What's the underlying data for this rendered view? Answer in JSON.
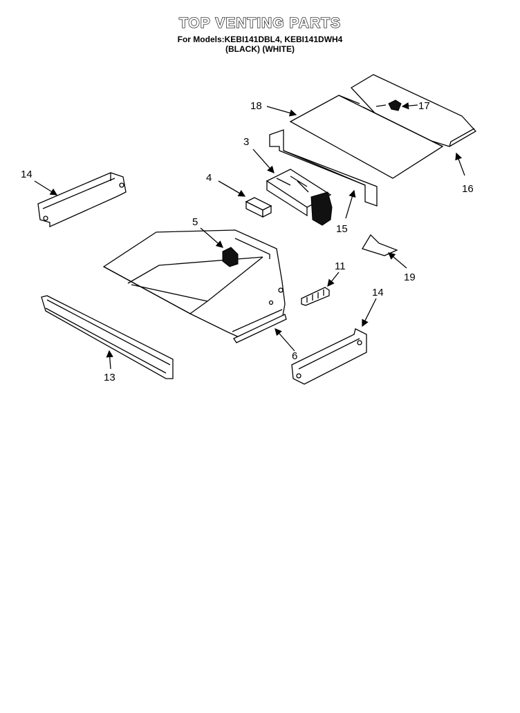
{
  "header": {
    "title": "TOP VENTING PARTS",
    "models_line": "For Models:KEBI141DBL4, KEBI141DWH4",
    "colors_line": "(BLACK)    (WHITE)"
  },
  "callouts": [
    {
      "id": "c18",
      "label": "18"
    },
    {
      "id": "c17",
      "label": "17"
    },
    {
      "id": "c3",
      "label": "3"
    },
    {
      "id": "c16",
      "label": "16"
    },
    {
      "id": "c14a",
      "label": "14"
    },
    {
      "id": "c4",
      "label": "4"
    },
    {
      "id": "c15",
      "label": "15"
    },
    {
      "id": "c5",
      "label": "5"
    },
    {
      "id": "c11",
      "label": "11"
    },
    {
      "id": "c19",
      "label": "19"
    },
    {
      "id": "c14b",
      "label": "14"
    },
    {
      "id": "c6",
      "label": "6"
    },
    {
      "id": "c13",
      "label": "13"
    }
  ]
}
